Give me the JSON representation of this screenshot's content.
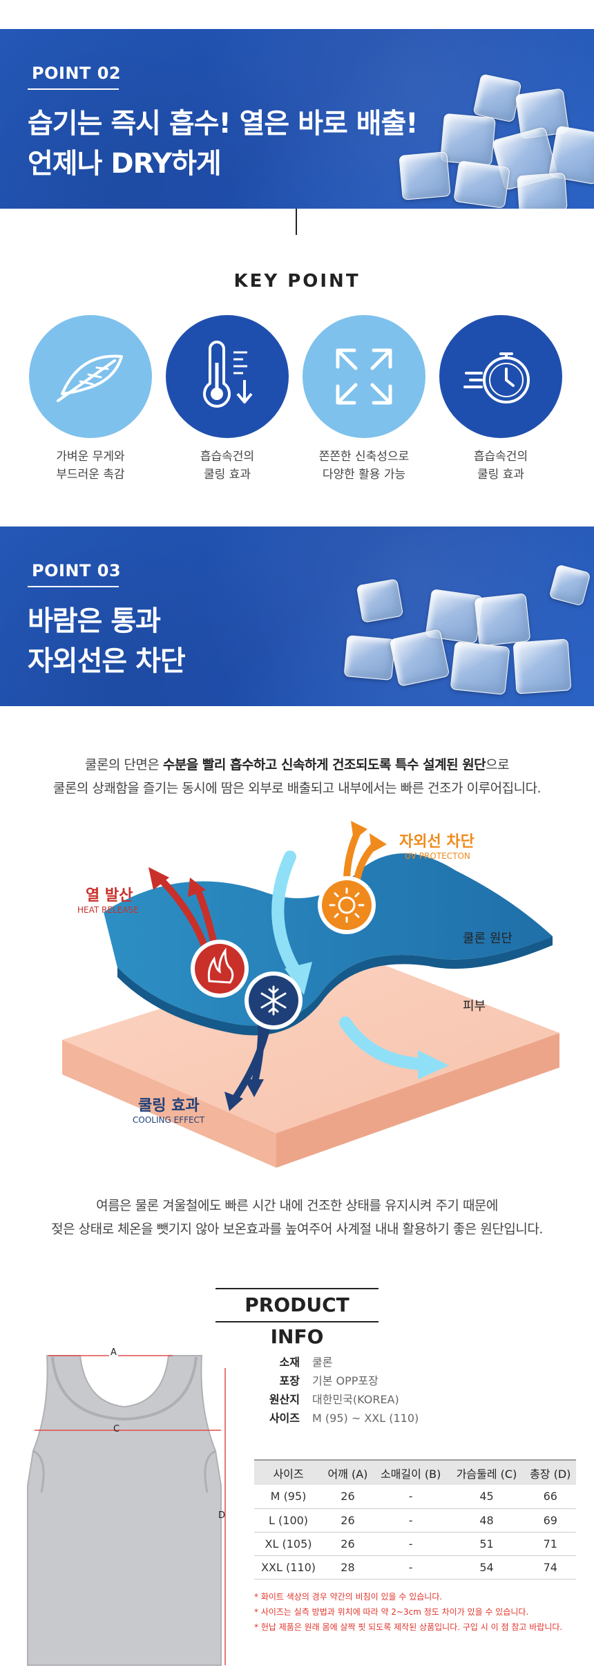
{
  "point2": {
    "label": "POINT 02",
    "headline1": "습기는 즉시 흡수! 열은 바로 배출!",
    "headline2": "언제나 DRY하게"
  },
  "key_point": {
    "title": "KEY POINT",
    "items": [
      {
        "icon": "feather-icon",
        "line1": "가벼운 무게와",
        "line2": "부드러운 촉감"
      },
      {
        "icon": "thermometer-icon",
        "line1": "흡습속건의",
        "line2": "쿨링 효과"
      },
      {
        "icon": "expand-arrows-icon",
        "line1": "쫀쫀한 신축성으로",
        "line2": "다양한 활용 가능"
      },
      {
        "icon": "stopwatch-icon",
        "line1": "흡습속건의",
        "line2": "쿨링 효과"
      }
    ]
  },
  "point3": {
    "label": "POINT 03",
    "headline1": "바람은 통과",
    "headline2": "자외선은 차단"
  },
  "description": {
    "line1_a": "쿨론의 단면은 ",
    "line1_b": "수분을 빨리 흡수하고 신속하게 건조되도록 특수 설계된 원단",
    "line1_c": "으로",
    "line2": "쿨론의 상쾌함을 즐기는 동시에 땀은 외부로 배출되고 내부에서는 빠른 건조가 이루어집니다."
  },
  "diagram": {
    "heat_ko": "열 발산",
    "heat_en": "HEAT RELEASE",
    "uv_ko": "자외선 차단",
    "uv_en": "UV PROTECTON",
    "cool_ko": "쿨링 효과",
    "cool_en": "COOLING EFFECT",
    "fabric": "쿨론 원단",
    "skin": "피부"
  },
  "description2": {
    "line1": "여름은 물론 겨울철에도 빠른 시간 내에 건조한 상태를 유지시켜 주기 때문에",
    "line2": "젖은 상태로 체온을 뺏기지 않아 보온효과를 높여주어 사계절 내내 활용하기 좋은 원단입니다."
  },
  "product_info": {
    "title": "PRODUCT INFO",
    "dim_a": "A",
    "dim_c": "C",
    "dim_d": "D",
    "specs": [
      {
        "label": "소재",
        "value": "쿨론"
      },
      {
        "label": "포장",
        "value": "기본 OPP포장"
      },
      {
        "label": "원산지",
        "value": "대한민국(KOREA)"
      },
      {
        "label": "사이즈",
        "value": "M (95) ~ XXL (110)"
      }
    ],
    "table": {
      "headers": [
        "사이즈",
        "어깨 (A)",
        "소매길이 (B)",
        "가슴둘레 (C)",
        "총장 (D)"
      ],
      "rows": [
        [
          "M (95)",
          "26",
          "-",
          "45",
          "66"
        ],
        [
          "L (100)",
          "26",
          "-",
          "48",
          "69"
        ],
        [
          "XL (105)",
          "26",
          "-",
          "51",
          "71"
        ],
        [
          "XXL (110)",
          "28",
          "-",
          "54",
          "74"
        ]
      ]
    },
    "notes": [
      "* 화이트 색상의 경우 약간의 비침이 있을 수 있습니다.",
      "* 사이즈는 실측 방법과 위치에 따라 약 2~3cm 정도 차이가 있을 수 있습니다.",
      "* 헌납 제품은 원래 몸에 살짝 핏 되도록 제작된 상품입니다. 구입 시 이 점 참고 바랍니다."
    ]
  },
  "colors": {
    "brand_blue": "#2458b8",
    "light_blue": "#7ec1ec",
    "navy": "#1f4fae",
    "accent_red": "#d9302a",
    "accent_orange": "#f08a1c"
  }
}
